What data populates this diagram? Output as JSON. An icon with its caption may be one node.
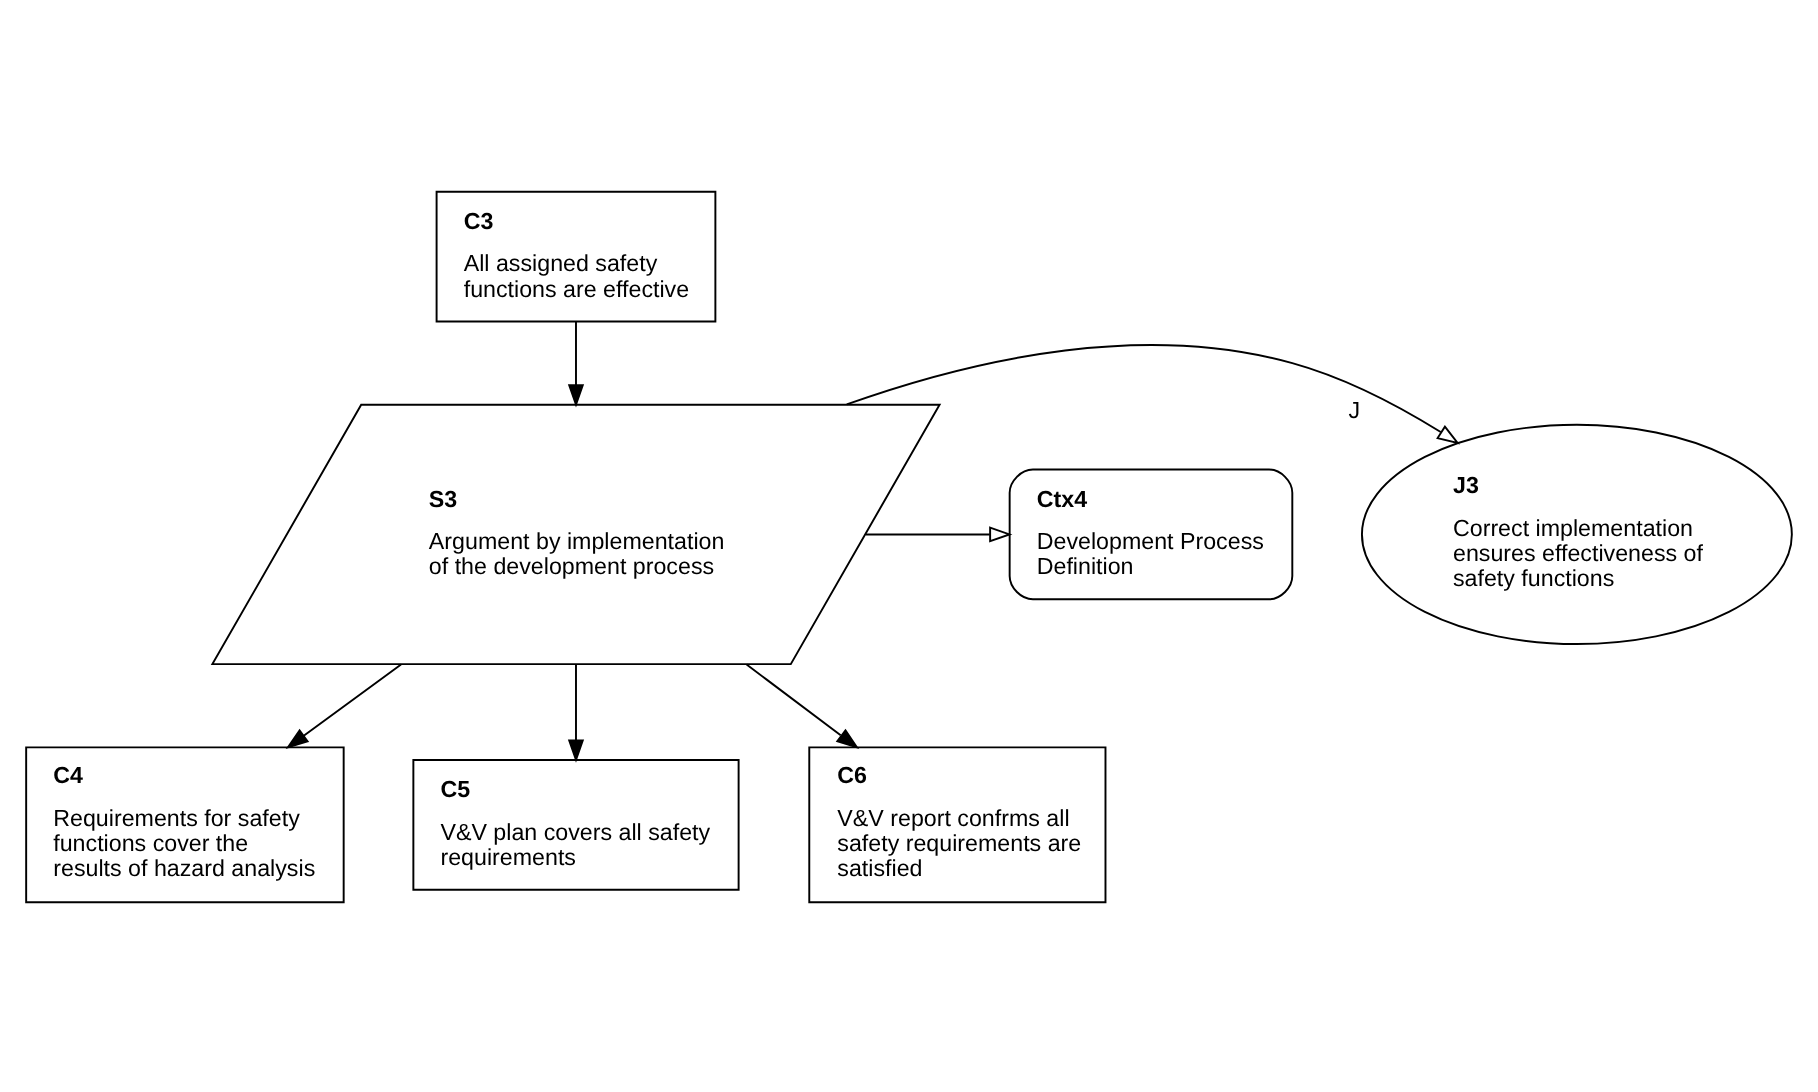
{
  "diagram": {
    "nodes": [
      {
        "text": [
          "C3",
          "All assigned safety functions are effective"
        ]
      },
      {
        "text": [
          "S3",
          "Argument by implementation of the development process"
        ]
      },
      {
        "text": [
          "J3",
          "Correct implementation ensures effectiveness of safety functions"
        ],
        "beside": [
          "J"
        ]
      },
      {
        "text": [
          "Ctx4",
          "Development Process Definition"
        ]
      },
      {
        "text": [
          "C4",
          "Requirements for safety functions cover the results of hazard analysis"
        ]
      },
      {
        "text": [
          "C5",
          "V&V plan covers all safety requirements"
        ]
      },
      {
        "text": [
          "C6",
          "V&V report confrms all safety requirements are satisfied"
        ]
      }
    ],
    "edges": [
      {
        "from": 0,
        "to": 1,
        "arrow": "to"
      },
      {
        "from": 1,
        "to": 2,
        "arrow": "to"
      },
      {
        "from": 1,
        "to": 3,
        "arrow": "to"
      },
      {
        "from": 1,
        "to": 4,
        "arrow": "to"
      },
      {
        "from": 1,
        "to": 5,
        "arrow": "to"
      },
      {
        "from": 1,
        "to": 6,
        "arrow": "to"
      }
    ]
  }
}
